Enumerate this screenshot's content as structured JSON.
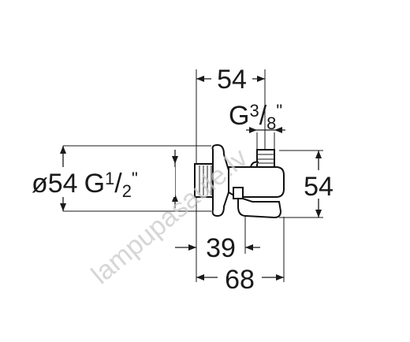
{
  "dimensions": {
    "top_width": "54",
    "outlet_thread_prefix": "G",
    "outlet_thread_num": "3",
    "outlet_thread_slash": "/",
    "outlet_thread_den": "8",
    "outlet_thread_suffix": "\"",
    "inlet_diameter": "ø54",
    "inlet_thread_prefix": "G",
    "inlet_thread_num": "1",
    "inlet_thread_slash": "/",
    "inlet_thread_den": "2",
    "inlet_thread_suffix": "\"",
    "right_height": "54",
    "bottom_offset": "39",
    "overall_length": "68"
  },
  "watermark": "lampupasaule.lv"
}
